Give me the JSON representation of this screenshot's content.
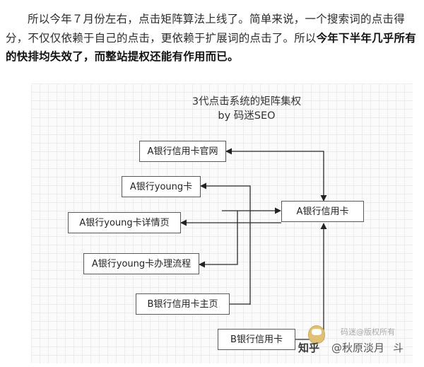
{
  "article": {
    "para_part1": "所以今年７月份左右，点击矩阵算法上线了。简单来说，一个搜索词的点击得分，不仅仅依赖于自己的点击，更依赖于扩展词的点击了。所以",
    "para_bold": "今年下半年几乎所有的快排均失效了，而整站提权还能有作用而已。"
  },
  "diagram": {
    "title_line1": "3代点击系统的矩阵集权",
    "title_line2": "by 码迷SEO",
    "nodes": {
      "official_site": "A银行信用卡官网",
      "young": "A银行young卡",
      "young_detail": "A银行young卡详情页",
      "young_apply": "A银行young卡办理流程",
      "b_home": "B银行信用卡主页",
      "center": "A银行信用卡",
      "b_card": "B银行信用卡"
    }
  },
  "watermarks": {
    "copyright": "码迷@版权所有",
    "zhihu": "知乎",
    "author": "@秋原淡月",
    "author_suffix": "斗"
  }
}
